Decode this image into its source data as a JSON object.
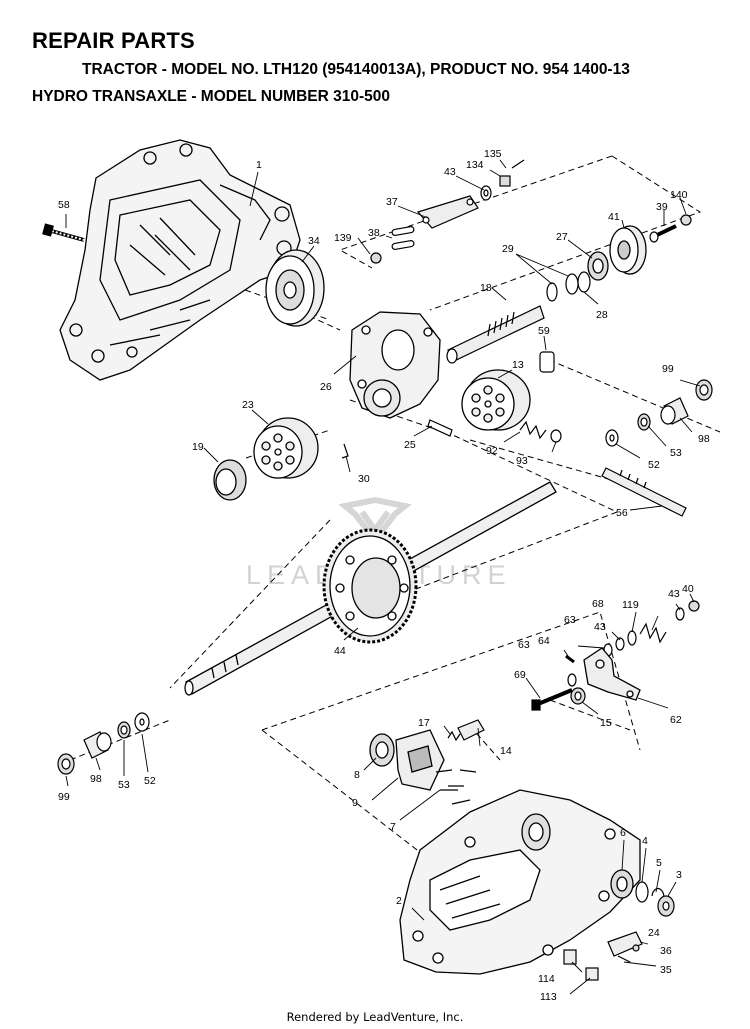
{
  "header": {
    "title": "REPAIR PARTS",
    "line1": "TRACTOR - MODEL NO. LTH120 (954140013A), PRODUCT NO. 954 1400-13",
    "line2": "HYDRO  TRANSAXLE - MODEL NUMBER 310-500"
  },
  "watermark": {
    "text": "LEADVENTURE"
  },
  "footer": {
    "text": "Rendered by LeadVenture, Inc."
  },
  "callouts": [
    {
      "id": "c1",
      "label": "1"
    },
    {
      "id": "c58",
      "label": "58"
    },
    {
      "id": "c34",
      "label": "34"
    },
    {
      "id": "c135",
      "label": "135"
    },
    {
      "id": "c134",
      "label": "134"
    },
    {
      "id": "c43a",
      "label": "43"
    },
    {
      "id": "c37",
      "label": "37"
    },
    {
      "id": "c38",
      "label": "38"
    },
    {
      "id": "c139",
      "label": "139"
    },
    {
      "id": "c140",
      "label": "140"
    },
    {
      "id": "c39",
      "label": "39"
    },
    {
      "id": "c41",
      "label": "41"
    },
    {
      "id": "c27",
      "label": "27"
    },
    {
      "id": "c29",
      "label": "29"
    },
    {
      "id": "c28",
      "label": "28"
    },
    {
      "id": "c18",
      "label": "18"
    },
    {
      "id": "c59",
      "label": "59"
    },
    {
      "id": "c13",
      "label": "13"
    },
    {
      "id": "c26",
      "label": "26"
    },
    {
      "id": "c23",
      "label": "23"
    },
    {
      "id": "c19",
      "label": "19"
    },
    {
      "id": "c25",
      "label": "25"
    },
    {
      "id": "c30",
      "label": "30"
    },
    {
      "id": "c92",
      "label": "92"
    },
    {
      "id": "c93",
      "label": "93"
    },
    {
      "id": "c99a",
      "label": "99"
    },
    {
      "id": "c98a",
      "label": "98"
    },
    {
      "id": "c53a",
      "label": "53"
    },
    {
      "id": "c52a",
      "label": "52"
    },
    {
      "id": "c56",
      "label": "56"
    },
    {
      "id": "c44",
      "label": "44"
    },
    {
      "id": "c40",
      "label": "40"
    },
    {
      "id": "c43b",
      "label": "43"
    },
    {
      "id": "c68",
      "label": "68"
    },
    {
      "id": "c119",
      "label": "119"
    },
    {
      "id": "c63a",
      "label": "63"
    },
    {
      "id": "c43c",
      "label": "43"
    },
    {
      "id": "c63b",
      "label": "63"
    },
    {
      "id": "c64",
      "label": "64"
    },
    {
      "id": "c69",
      "label": "69"
    },
    {
      "id": "c15",
      "label": "15"
    },
    {
      "id": "c62",
      "label": "62"
    },
    {
      "id": "c17",
      "label": "17"
    },
    {
      "id": "c14",
      "label": "14"
    },
    {
      "id": "c8",
      "label": "8"
    },
    {
      "id": "c9",
      "label": "9"
    },
    {
      "id": "c7",
      "label": "7"
    },
    {
      "id": "c99b",
      "label": "99"
    },
    {
      "id": "c98b",
      "label": "98"
    },
    {
      "id": "c53b",
      "label": "53"
    },
    {
      "id": "c52b",
      "label": "52"
    },
    {
      "id": "c6",
      "label": "6"
    },
    {
      "id": "c4",
      "label": "4"
    },
    {
      "id": "c5",
      "label": "5"
    },
    {
      "id": "c3",
      "label": "3"
    },
    {
      "id": "c2",
      "label": "2"
    },
    {
      "id": "c24",
      "label": "24"
    },
    {
      "id": "c36",
      "label": "36"
    },
    {
      "id": "c35",
      "label": "35"
    },
    {
      "id": "c114",
      "label": "114"
    },
    {
      "id": "c113",
      "label": "113"
    }
  ]
}
